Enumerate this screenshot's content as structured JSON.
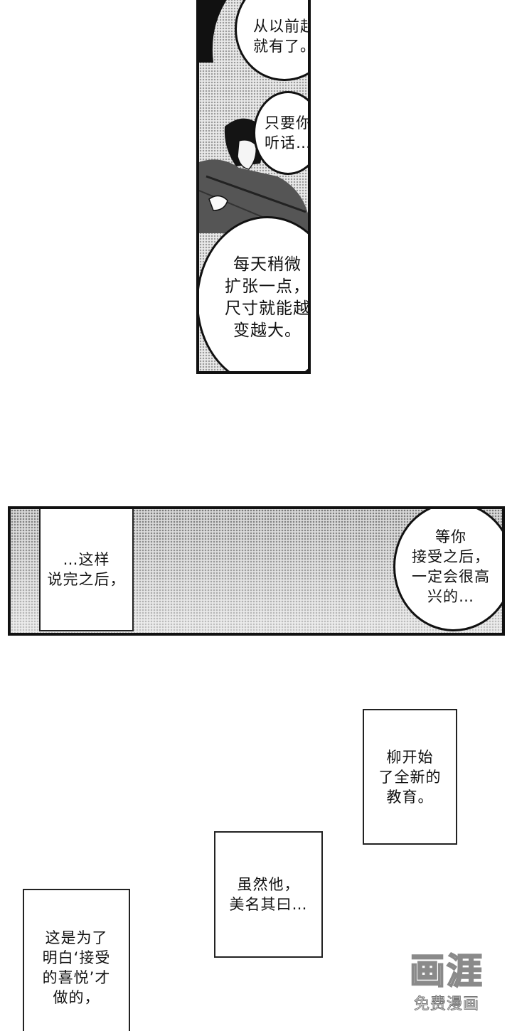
{
  "panels": {
    "top": {
      "bubbles": [
        {
          "text": "从以前起\n就有了。"
        },
        {
          "text": "只要你\n听话…"
        },
        {
          "text": "每天稍微\n扩张一点，\n尺寸就能越\n变越大。"
        }
      ]
    },
    "middle": {
      "caption": "…这样\n说完之后，",
      "bubble": "等你\n接受之后，\n一定会很高\n兴的…"
    }
  },
  "captions": [
    {
      "text": "柳开始\n了全新的\n教育。"
    },
    {
      "text": "虽然他，\n美名其曰…"
    },
    {
      "text": "这是为了\n明白‘接受\n的喜悦’才\n做的，"
    }
  ],
  "watermark": {
    "logo": "画涯",
    "subtitle": "免费漫画"
  }
}
